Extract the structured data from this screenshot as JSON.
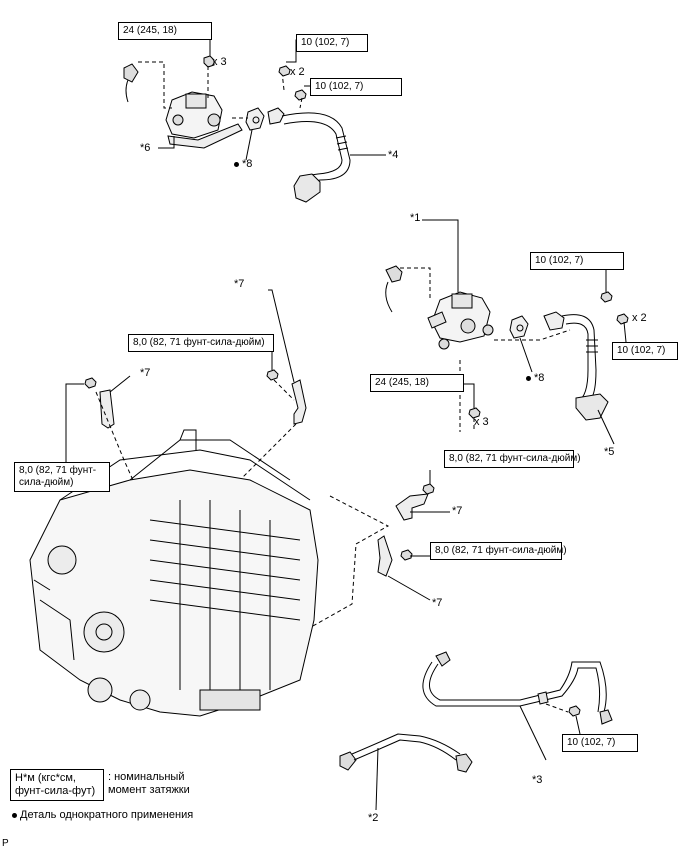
{
  "torque_labels": {
    "t_top_left": "24 (245, 18)",
    "t_top_mid1": "10 (102, 7)",
    "t_top_mid2": "10 (102, 7)",
    "t_right_top": "10 (102, 7)",
    "t_right_mid": "10 (102, 7)",
    "t_mid_left": "8,0 (82, 71 фунт-сила-дюйм)",
    "t_left_stack": "8,0 (82, 71 фунт-\nсила-дюйм)",
    "t_mid_center": "24 (245, 18)",
    "t_right_low1": "8,0 (82, 71 фунт-сила-дюйм)",
    "t_right_low2": "8,0 (82, 71 фунт-сила-дюйм)",
    "t_bottom": "10 (102, 7)"
  },
  "quantities": {
    "x3_top": "x 3",
    "x2_top": "x 2",
    "x2_right": "x 2",
    "x3_mid": "x 3"
  },
  "part_refs": {
    "p6": "*6",
    "p8_top": "*8",
    "p4": "*4",
    "p1": "*1",
    "p7_a": "*7",
    "p7_b": "*7",
    "p8_mid": "*8",
    "p5": "*5",
    "p7_c": "*7",
    "p7_d": "*7",
    "p3": "*3",
    "p2": "*2"
  },
  "legend": {
    "unit_line1": "Н*м (кгс*см,",
    "unit_line2": "фунт-сила-фут)",
    "torque_desc_line1": ": номинальный",
    "torque_desc_line2": "момент затяжки",
    "single_use": "Деталь однократного применения"
  },
  "corner_mark": "P"
}
